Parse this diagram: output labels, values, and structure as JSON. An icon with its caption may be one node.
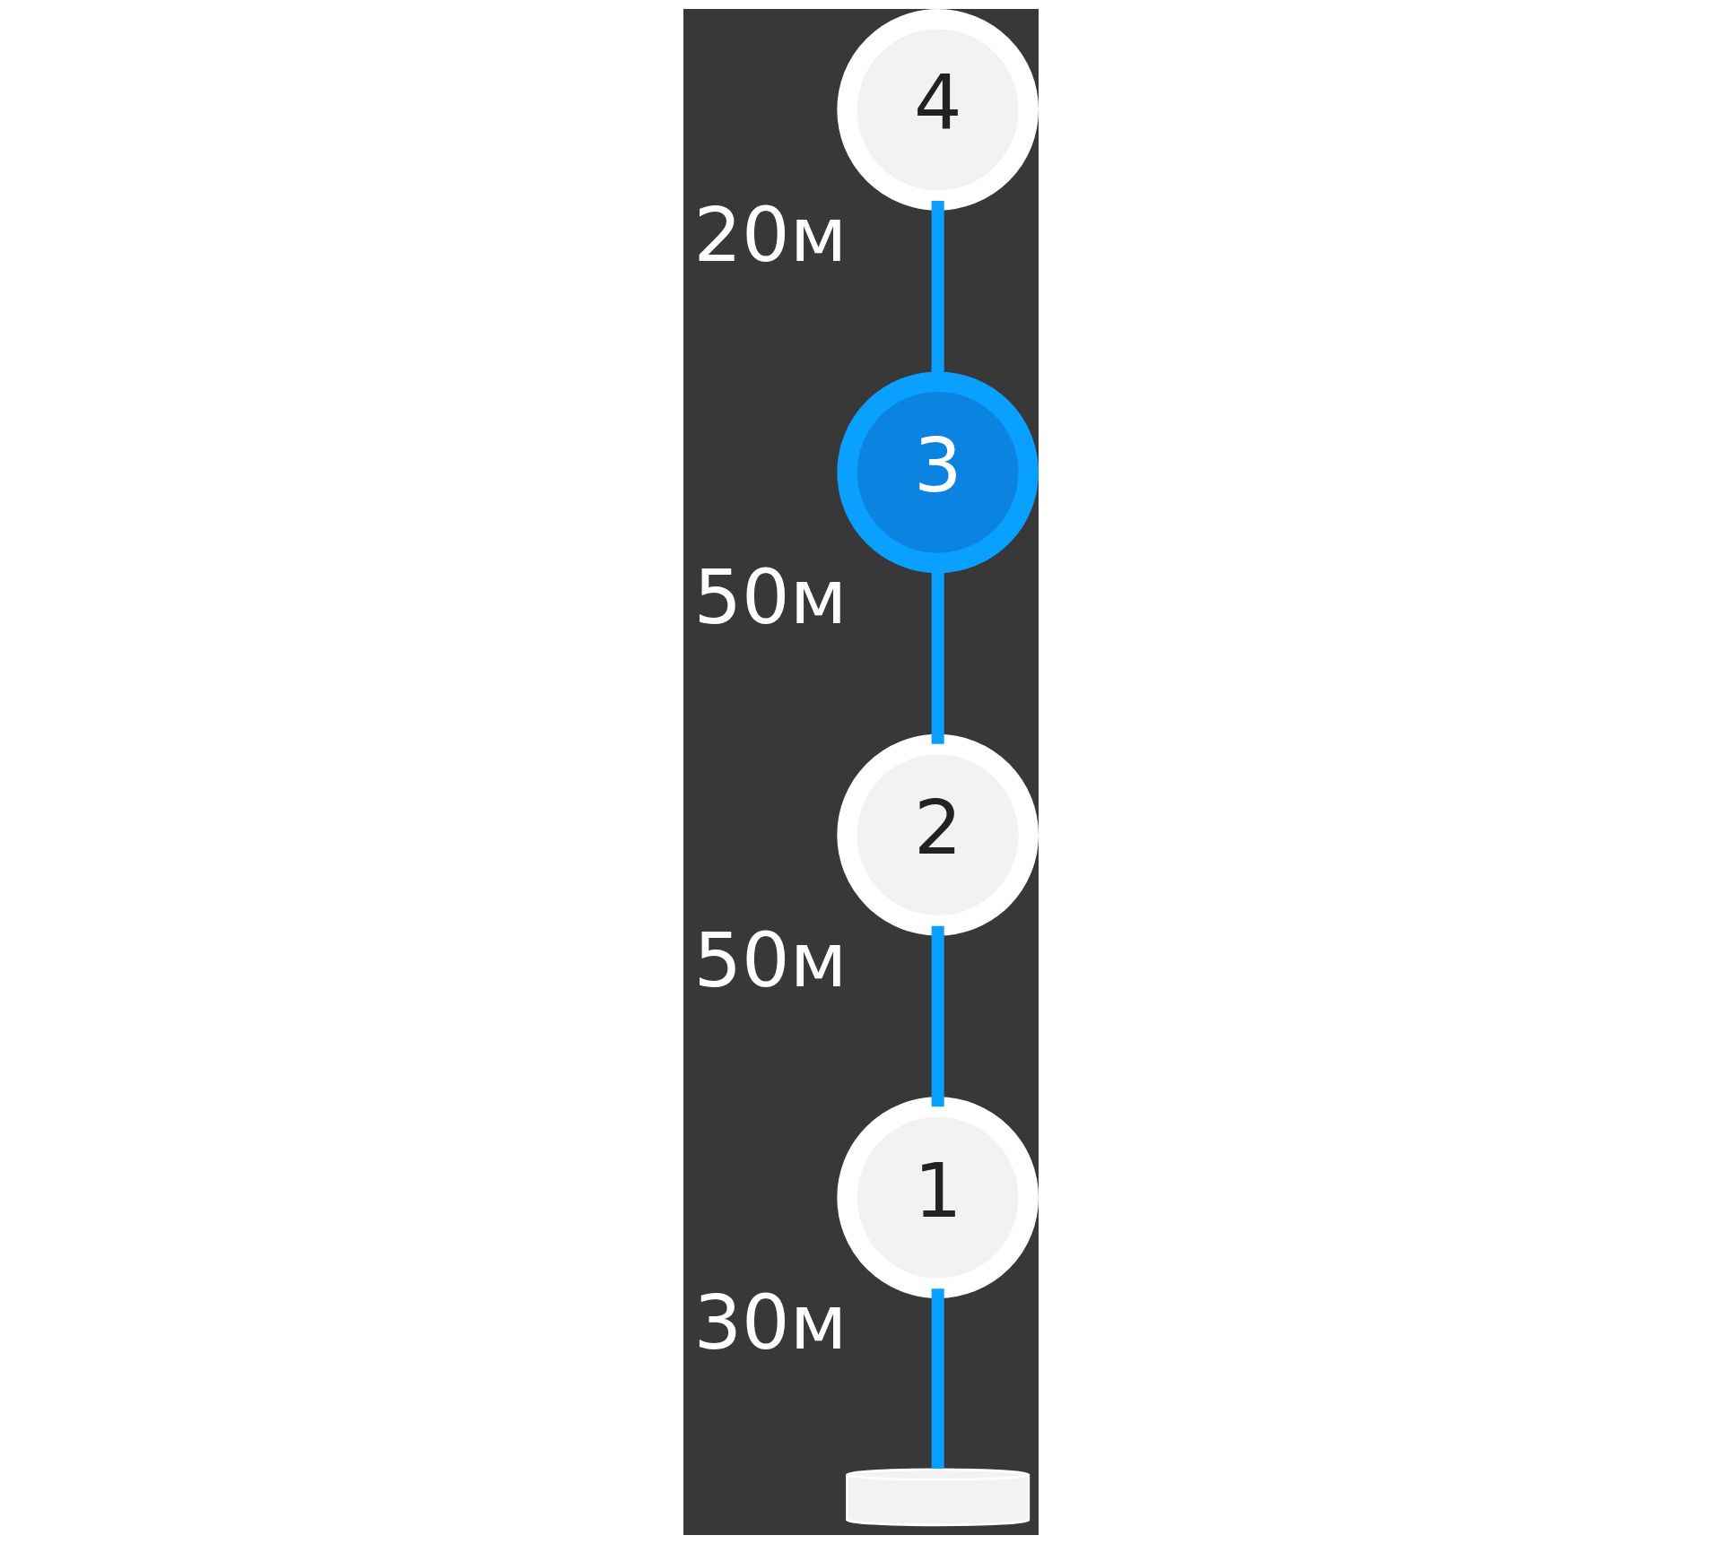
{
  "diagram": {
    "nodes": [
      {
        "text": [],
        "shape": "cylinder"
      },
      {
        "text": [
          "1"
        ],
        "beside": [
          "30м"
        ]
      },
      {
        "text": [
          "2"
        ],
        "beside": [
          "50м"
        ]
      },
      {
        "text": [
          "3"
        ],
        "beside": [
          "50м"
        ]
      },
      {
        "text": [
          "4"
        ],
        "beside": [
          "20м"
        ]
      }
    ],
    "edges": [
      {
        "from": 0,
        "to": 1,
        "arrow": "none"
      },
      {
        "from": 1,
        "to": 2,
        "arrow": "none"
      },
      {
        "from": 2,
        "to": 3,
        "arrow": "none"
      },
      {
        "from": 3,
        "to": 4,
        "arrow": "none"
      }
    ]
  }
}
